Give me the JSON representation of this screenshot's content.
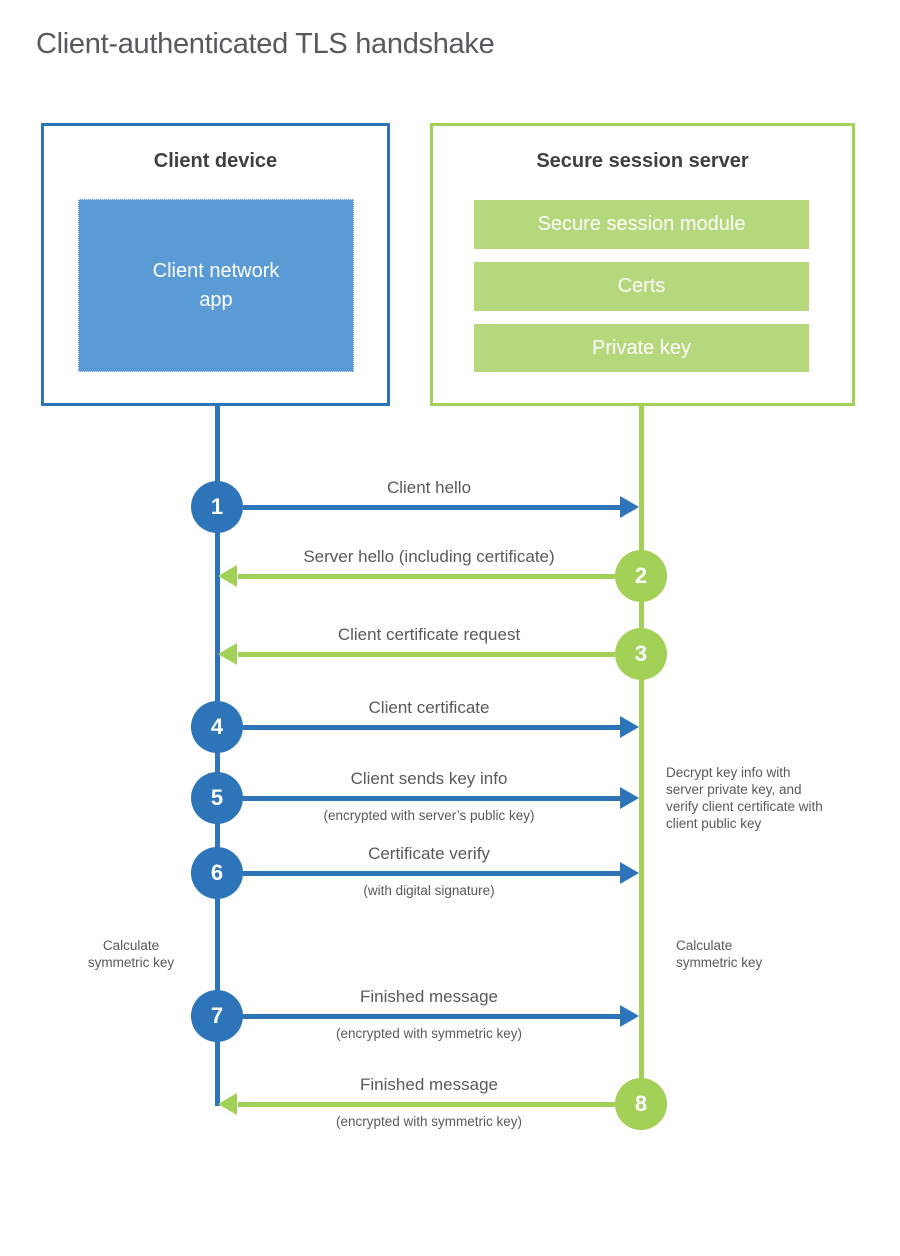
{
  "title": "Client-authenticated TLS handshake",
  "colors": {
    "blue": "#2e74b9",
    "blue_fill": "#5b9bd5",
    "green": "#a3d158",
    "green_fill": "#b4d87b",
    "heading_text": "#404040",
    "label_text": "#595959",
    "white": "#ffffff"
  },
  "client": {
    "title": "Client device",
    "app_label": "Client network app"
  },
  "server": {
    "title": "Secure session server",
    "modules": {
      "module1": "Secure session module",
      "module2": "Certs",
      "module3": "Private key"
    }
  },
  "steps": [
    {
      "num": "1",
      "actor": "client",
      "direction": "right",
      "label": "Client hello",
      "sub": ""
    },
    {
      "num": "2",
      "actor": "server",
      "direction": "left",
      "label": "Server hello (including certificate)",
      "sub": ""
    },
    {
      "num": "3",
      "actor": "server",
      "direction": "left",
      "label": "Client certificate request",
      "sub": ""
    },
    {
      "num": "4",
      "actor": "client",
      "direction": "right",
      "label": "Client certificate",
      "sub": ""
    },
    {
      "num": "5",
      "actor": "client",
      "direction": "right",
      "label": "Client sends key info",
      "sub": "(encrypted with server’s public key)"
    },
    {
      "num": "6",
      "actor": "client",
      "direction": "right",
      "label": "Certificate verify",
      "sub": "(with digital signature)"
    },
    {
      "num": "7",
      "actor": "client",
      "direction": "right",
      "label": "Finished message",
      "sub": "(encrypted with symmetric key)"
    },
    {
      "num": "8",
      "actor": "server",
      "direction": "left",
      "label": "Finished message",
      "sub": "(encrypted with symmetric key)"
    }
  ],
  "notes": {
    "decrypt": "Decrypt key info with server private key, and verify client certificate with client public key",
    "calc_left": "Calculate symmetric key",
    "calc_right": "Calculate symmetric key"
  }
}
